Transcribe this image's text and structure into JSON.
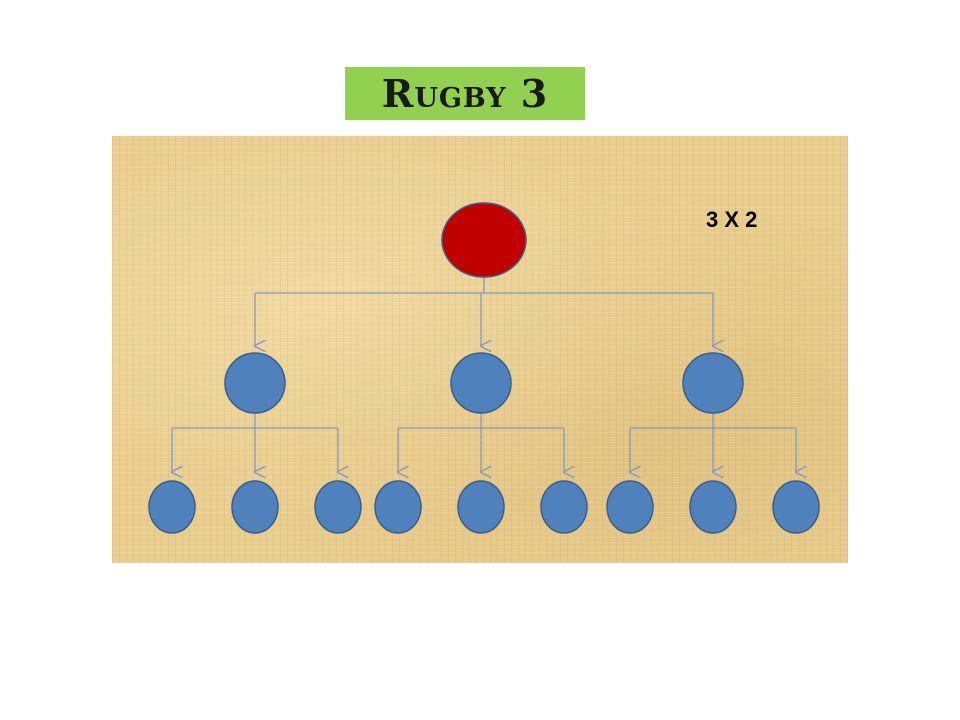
{
  "title": "Rugby 3",
  "ratio_label": "3 X 2",
  "colors": {
    "title_background": "#92d050",
    "board_background": "#e9cd8c",
    "root_node": "#c00000",
    "player_node": "#4f81bd",
    "node_outline": "#3a5f8c",
    "connector": "#7f9bc0"
  },
  "tree": {
    "root": {
      "name": "root-node",
      "children": 3
    },
    "level_one": [
      {
        "name": "mid-node-1",
        "children": 3
      },
      {
        "name": "mid-node-2",
        "children": 3
      },
      {
        "name": "mid-node-3",
        "children": 3
      }
    ]
  }
}
